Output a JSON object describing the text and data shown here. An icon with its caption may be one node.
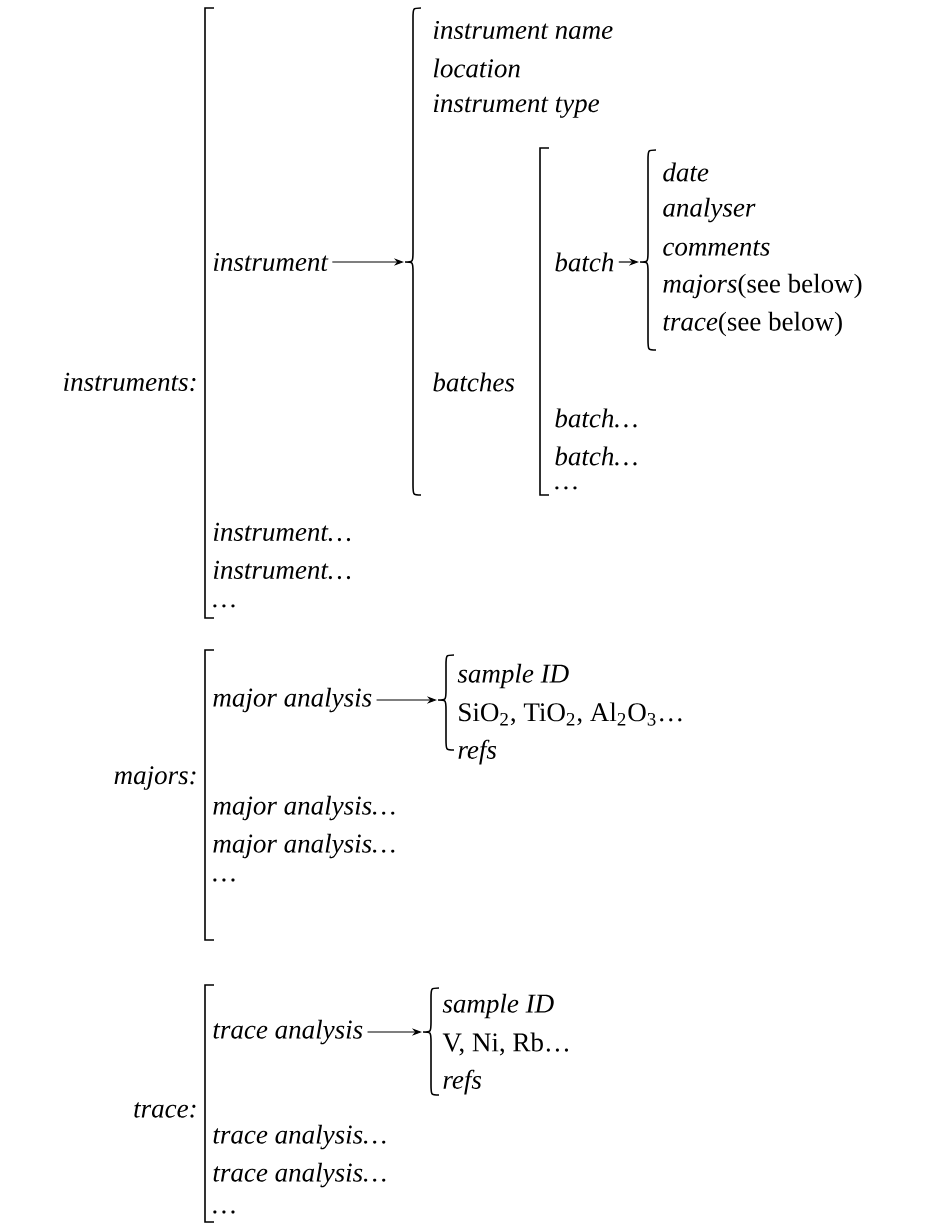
{
  "diagram": {
    "nodes": [
      {
        "text": [
          "instruments:"
        ]
      },
      {
        "text": [],
        "shape": "bracket"
      },
      {
        "text": [
          "instrument"
        ]
      },
      {
        "text": [],
        "shape": "brace"
      },
      {
        "text": [
          "instrument name"
        ]
      },
      {
        "text": [
          "location"
        ]
      },
      {
        "text": [
          "instrument type"
        ]
      },
      {
        "text": [
          "batches"
        ]
      },
      {
        "text": [],
        "shape": "bracket"
      },
      {
        "text": [
          "batch"
        ]
      },
      {
        "text": [],
        "shape": "brace"
      },
      {
        "text": [
          "date"
        ]
      },
      {
        "text": [
          "analyser"
        ]
      },
      {
        "text": [
          "comments"
        ]
      },
      {
        "text": [
          "*majors*(see below)"
        ]
      },
      {
        "text": [
          "*trace*(see below)"
        ]
      },
      {
        "text": [
          "batch…"
        ]
      },
      {
        "text": [
          "batch…"
        ]
      },
      {
        "text": [
          "…"
        ]
      },
      {
        "text": [
          "instrument…"
        ]
      },
      {
        "text": [
          "instrument…"
        ]
      },
      {
        "text": [
          "…"
        ]
      },
      {
        "text": [
          "majors:"
        ]
      },
      {
        "text": [],
        "shape": "bracket"
      },
      {
        "text": [
          "major analysis"
        ]
      },
      {
        "text": [],
        "shape": "brace"
      },
      {
        "text": [
          "sample ID"
        ]
      },
      {
        "text": [
          "SiO$_{2}$, TiO$_{2}$, Al$_{2}$O$_{3}$…"
        ]
      },
      {
        "text": [
          "refs"
        ]
      },
      {
        "text": [
          "major analysis…"
        ]
      },
      {
        "text": [
          "major analysis…"
        ]
      },
      {
        "text": [
          "…"
        ]
      },
      {
        "text": [
          "trace:"
        ]
      },
      {
        "text": [],
        "shape": "bracket"
      },
      {
        "text": [
          "trace analysis"
        ]
      },
      {
        "text": [],
        "shape": "brace"
      },
      {
        "text": [
          "sample ID"
        ]
      },
      {
        "text": [
          "V, Ni, Rb…"
        ]
      },
      {
        "text": [
          "refs"
        ]
      },
      {
        "text": [
          "trace analysis…"
        ]
      },
      {
        "text": [
          "trace analysis…"
        ]
      },
      {
        "text": [
          "…"
        ]
      }
    ],
    "edges": [
      {
        "from": 2,
        "to": 3,
        "arrow": "to"
      },
      {
        "from": 9,
        "to": 10,
        "arrow": "to"
      },
      {
        "from": 24,
        "to": 25,
        "arrow": "to"
      },
      {
        "from": 34,
        "to": 35,
        "arrow": "to"
      }
    ]
  }
}
